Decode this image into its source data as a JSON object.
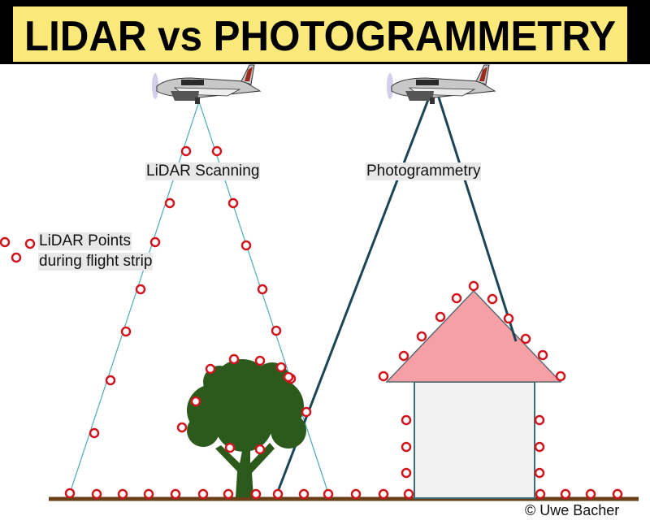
{
  "title": "LIDAR  vs PHOTOGRAMMETRY",
  "labels": {
    "lidar_scanning": "LiDAR Scanning",
    "photogrammetry": "Photogrammetry",
    "legend_line1": "LiDAR Points",
    "legend_line2": "during flight strip"
  },
  "credit": "© Uwe Bacher",
  "colors": {
    "title_bg": "#fbe97a",
    "point": "#d0151e",
    "lidar_beam": "#5aaec0",
    "photo_ray": "#1c4656",
    "roof": "#f6a0a6",
    "wall": "#f2f2f2",
    "tree": "#2c5a1c",
    "ground": "#6b3f17"
  }
}
